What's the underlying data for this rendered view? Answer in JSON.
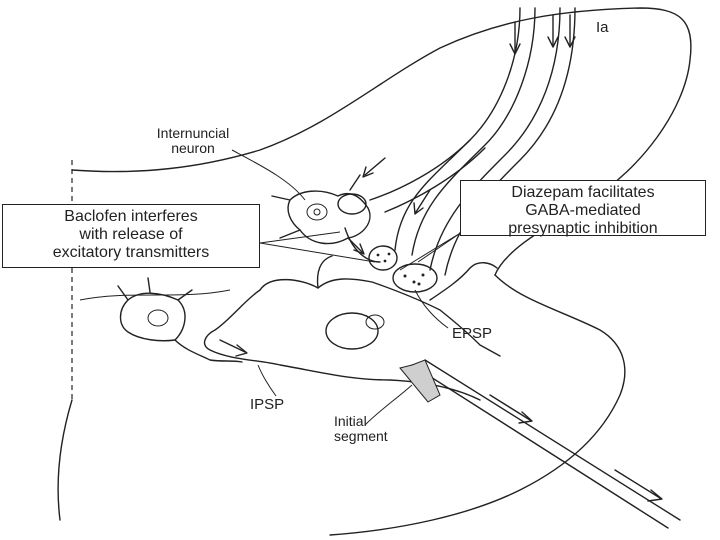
{
  "diagram": {
    "fiber_label": "Ia",
    "interneuron_label": [
      "Internuncial",
      "neuron"
    ],
    "baclofen_box": [
      "Baclofen interferes",
      "with release of",
      "excitatory transmitters"
    ],
    "diazepam_box": [
      "Diazepam facilitates",
      "GABA-mediated",
      "presynaptic inhibition"
    ],
    "epsp_label": "EPSP",
    "ipsp_label": "IPSP",
    "segment_label": [
      "Initial",
      "segment"
    ]
  }
}
